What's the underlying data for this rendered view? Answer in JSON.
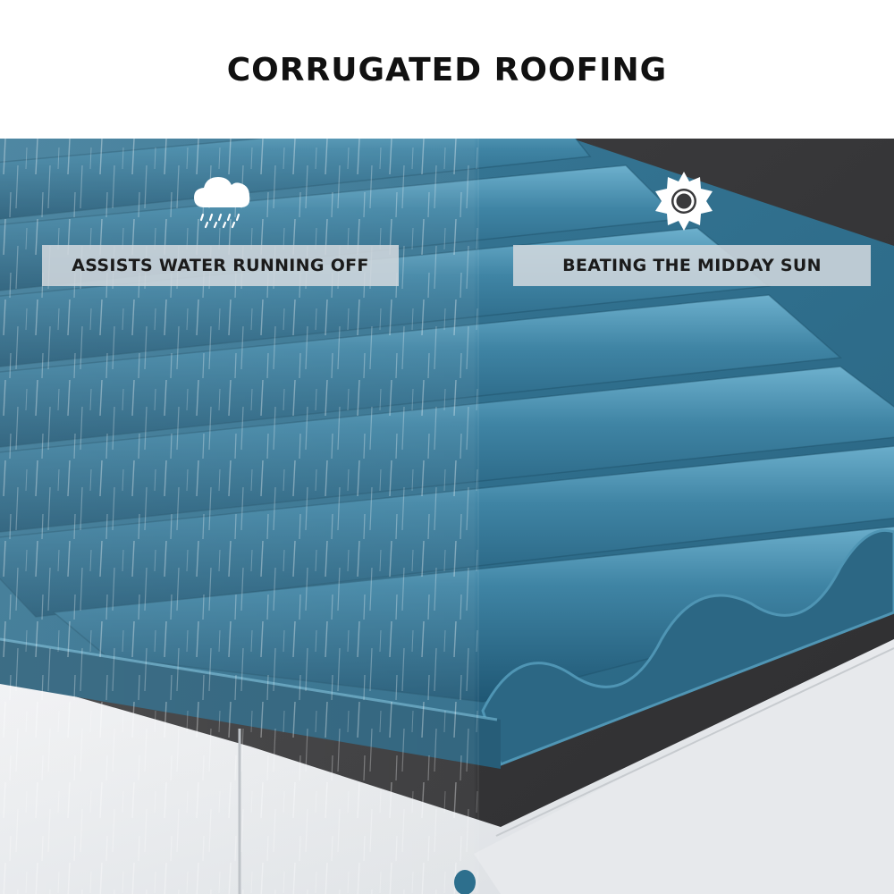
{
  "headline": "CORRUGATED ROOFING",
  "features": [
    {
      "label": "ASSISTS WATER RUNNING OFF",
      "icon": "rain-cloud-icon"
    },
    {
      "label": "BEATING THE MIDDAY SUN",
      "icon": "sun-icon"
    }
  ],
  "colors": {
    "roof_blue": "#2f6e8c",
    "roof_highlight": "#5fa6c4",
    "roof_shadow": "#1d4f69",
    "background_dark": "#3a3a3c",
    "wall_white": "#e9ebed",
    "label_bg": "#d0d7dd",
    "text_dark": "#111111"
  }
}
